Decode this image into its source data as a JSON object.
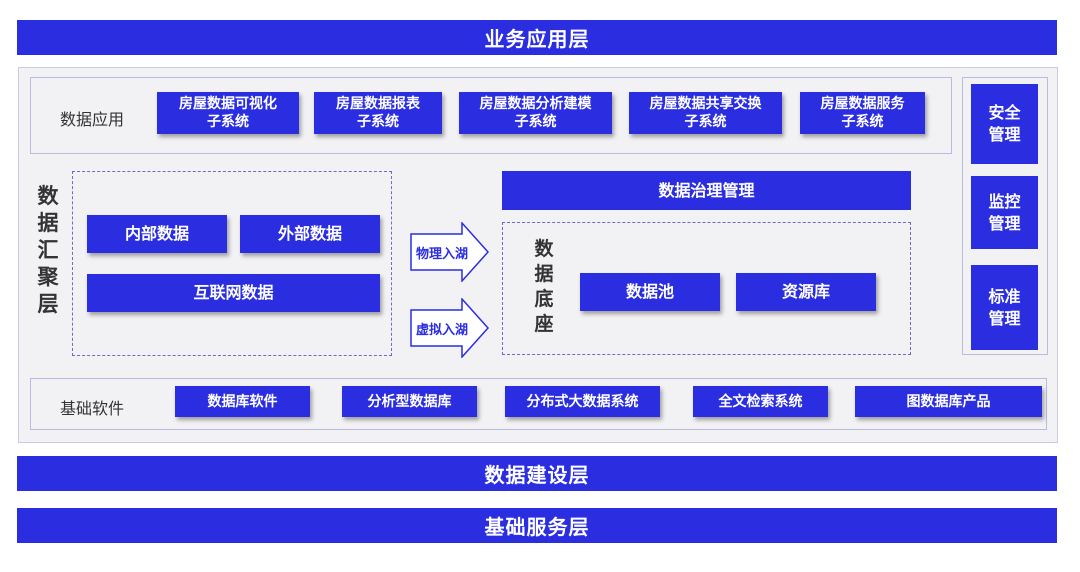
{
  "layers": {
    "top": "业务应用层",
    "build": "数据建设层",
    "base": "基础服务层"
  },
  "data_app": {
    "label": "数据应用",
    "items": [
      "房屋数据可视化\n子系统",
      "房屋数据报表\n子系统",
      "房屋数据分析建模\n子系统",
      "房屋数据共享交换\n子系统",
      "房屋数据服务\n子系统"
    ]
  },
  "convergence": {
    "title": "数\n据\n汇\n聚\n层",
    "sources": {
      "internal": "内部数据",
      "external": "外部数据",
      "internet": "互联网数据"
    },
    "arrows": {
      "physical": "物理入湖",
      "virtual": "虚拟入湖"
    },
    "governance": "数据治理管理",
    "base": {
      "title": "数\n据\n底\n座",
      "pool": "数据池",
      "library": "资源库"
    }
  },
  "foundation_software": {
    "label": "基础软件",
    "items": [
      "数据库软件",
      "分析型数据库",
      "分布式大数据系统",
      "全文检索系统",
      "图数据库产品"
    ]
  },
  "side": {
    "security": "安全\n管理",
    "monitor": "监控\n管理",
    "standard": "标准\n管理"
  },
  "colors": {
    "primary": "#2a2de0",
    "panel": "#f2f2f4"
  }
}
